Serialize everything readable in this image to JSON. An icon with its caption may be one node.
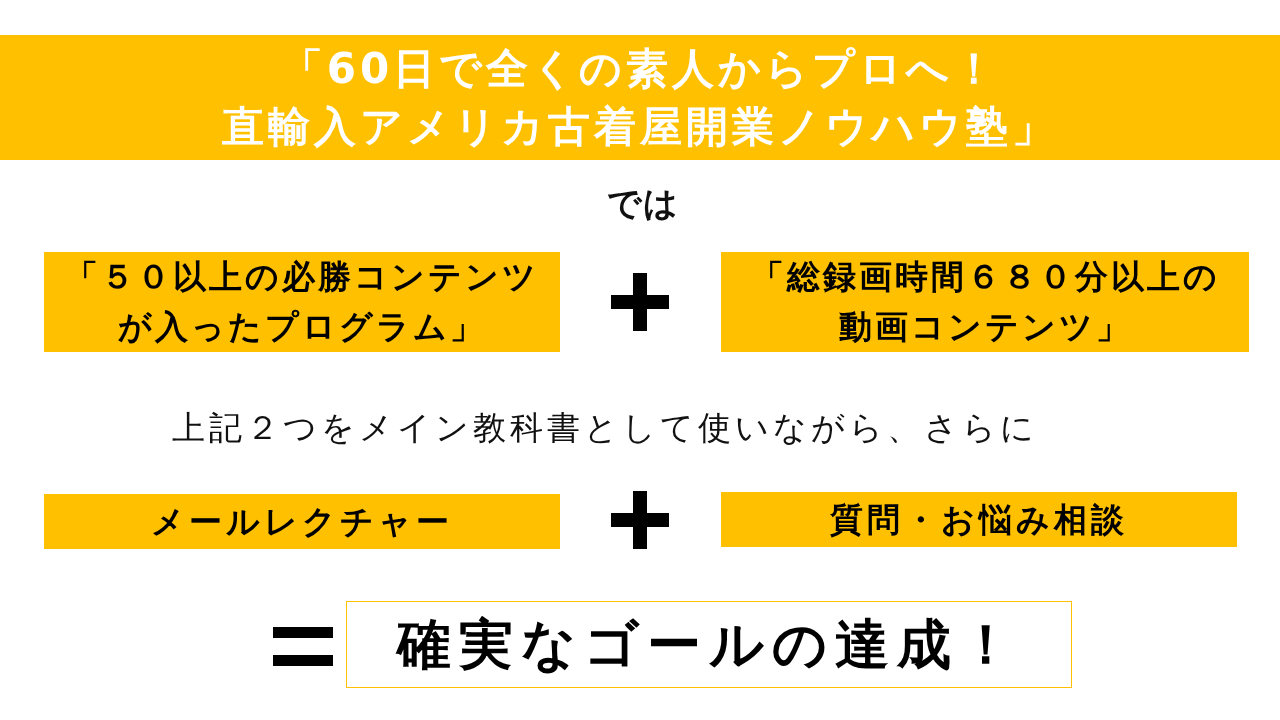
{
  "diagram": {
    "nodes": [
      {
        "text": [
          "「60日で全くの素人からプロへ！直輸入アメリカ古着屋開業ノウハウ塾」"
        ]
      },
      {
        "text": [
          "「５０以上の必勝コンテンツが入ったプログラム」"
        ]
      },
      {
        "text": [
          "「総録画時間６８０分以上の動画コンテンツ」"
        ]
      },
      {
        "text": [
          "メールレクチャー"
        ]
      },
      {
        "text": [
          "質問・お悩み相談"
        ]
      },
      {
        "text": [
          "確実なゴールの達成！"
        ]
      }
    ],
    "labels": [
      "では",
      "上記２つをメイン教科書として使いながら、さらに"
    ]
  }
}
